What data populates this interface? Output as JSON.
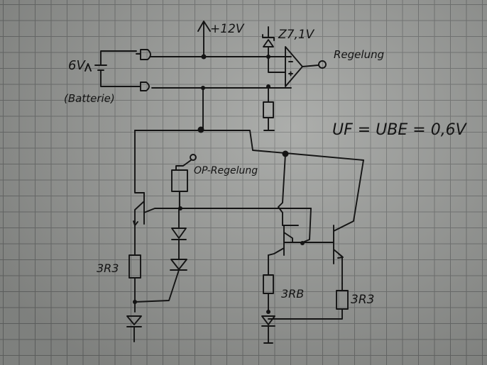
{
  "diagram": {
    "labels": {
      "supply": "+12V",
      "zener": "Z7,1V",
      "battery_voltage": "6V",
      "battery_note": "(Batterie)",
      "regelung": "Regelung",
      "formula": "UF = UBE = 0,6V",
      "op_regelung": "OP-Regelung",
      "r_left": "3R3",
      "r_mid": "3RB",
      "r_right": "3R3"
    }
  }
}
